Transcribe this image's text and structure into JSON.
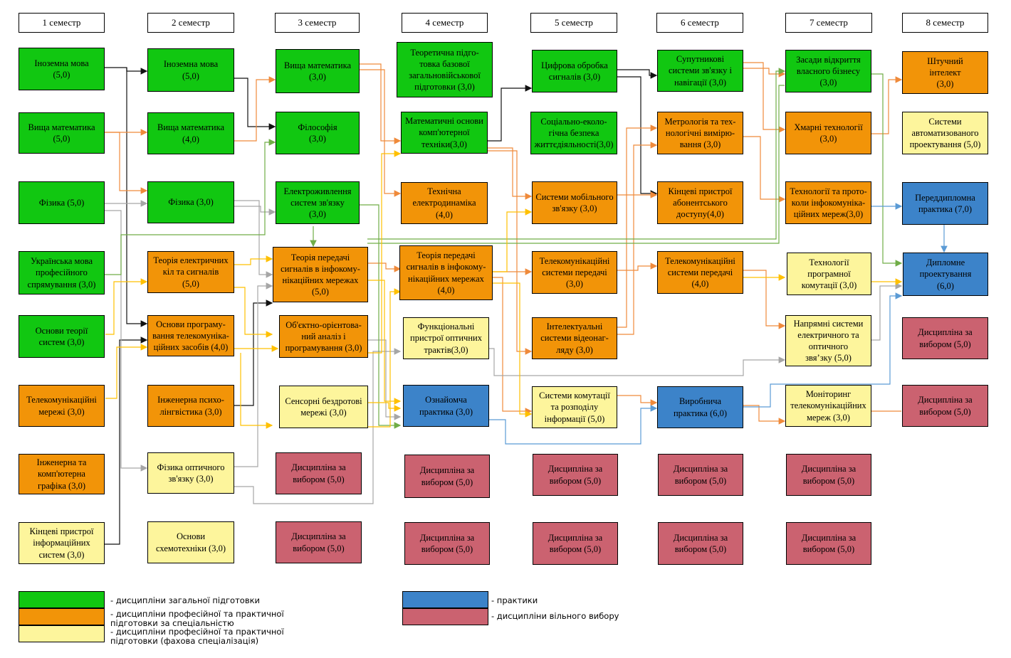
{
  "colors": {
    "general": "#11c711",
    "professional": "#f29408",
    "specialization": "#fdf59c",
    "practice": "#3c83c9",
    "elective": "#cb6270",
    "wire_black": "#111111",
    "wire_orange": "#ef8a3b",
    "wire_gray": "#a6a6a6",
    "wire_green": "#70ad47",
    "wire_yellow": "#ffc000",
    "wire_blue": "#5b9bd5"
  },
  "semesters": [
    "1 семестр",
    "2 семестр",
    "3 семестр",
    "4 семестр",
    "5 семестр",
    "6 семестр",
    "7 семестр",
    "8 семестр"
  ],
  "courses": [
    {
      "id": "s1_lang",
      "sem": 1,
      "cat": "general",
      "label": "Іноземна мова\n(5,0)"
    },
    {
      "id": "s1_math",
      "sem": 1,
      "cat": "general",
      "label": "Вища математика\n(5,0)"
    },
    {
      "id": "s1_phys",
      "sem": 1,
      "cat": "general",
      "label": "Фізика (5,0)"
    },
    {
      "id": "s1_ukr",
      "sem": 1,
      "cat": "general",
      "label": "Українська мова\nпрофесійного\nспрямування (3,0)"
    },
    {
      "id": "s1_sys",
      "sem": 1,
      "cat": "general",
      "label": "Основи теорії\nсистем (3,0)"
    },
    {
      "id": "s1_telnet",
      "sem": 1,
      "cat": "professional",
      "label": "Телекомунікаційні\nмережі (3,0)"
    },
    {
      "id": "s1_graph",
      "sem": 1,
      "cat": "professional",
      "label": "Інженерна та\nкомп'ютерна\nграфіка (3,0)"
    },
    {
      "id": "s1_term",
      "sem": 1,
      "cat": "specialization",
      "label": "Кінцеві пристрої\nінформаційних\nсистем (3,0)"
    },
    {
      "id": "s2_lang",
      "sem": 2,
      "cat": "general",
      "label": "Іноземна мова\n(5,0)"
    },
    {
      "id": "s2_math",
      "sem": 2,
      "cat": "general",
      "label": "Вища математика\n(4,0)"
    },
    {
      "id": "s2_phys",
      "sem": 2,
      "cat": "general",
      "label": "Фізика (3,0)"
    },
    {
      "id": "s2_circ",
      "sem": 2,
      "cat": "professional",
      "label": "Теорія електричних\nкіл та сигналів\n(5,0)"
    },
    {
      "id": "s2_prog",
      "sem": 2,
      "cat": "professional",
      "label": "Основи програму-\nвання телекомуніка-\nційних засобів (4,0)"
    },
    {
      "id": "s2_psych",
      "sem": 2,
      "cat": "professional",
      "label": "Інженерна психо-\nлінгвістика (3,0)"
    },
    {
      "id": "s2_optphys",
      "sem": 2,
      "cat": "specialization",
      "label": "Фізика оптичного\nзв'язку (3,0)"
    },
    {
      "id": "s2_circuits",
      "sem": 2,
      "cat": "specialization",
      "label": "Основи\nсхемотехніки (3,0)"
    },
    {
      "id": "s3_math",
      "sem": 3,
      "cat": "general",
      "label": "Вища математика\n(3,0)"
    },
    {
      "id": "s3_phil",
      "sem": 3,
      "cat": "general",
      "label": "Філософія\n(3,0)"
    },
    {
      "id": "s3_power",
      "sem": 3,
      "cat": "general",
      "label": "Електроживлення\nсистем зв'язку\n(3,0)"
    },
    {
      "id": "s3_sigth",
      "sem": 3,
      "cat": "professional",
      "label": "Теорія передачі\nсигналів в інфокому-\nнікаційних мережах\n(5,0)"
    },
    {
      "id": "s3_oop",
      "sem": 3,
      "cat": "professional",
      "label": "Об'єктно-орієнтова-\nний аналіз  і\nпрограмування (3,0)"
    },
    {
      "id": "s3_sensor",
      "sem": 3,
      "cat": "specialization",
      "label": "Сенсорні бездротові\nмережі (3,0)"
    },
    {
      "id": "s3_el1",
      "sem": 3,
      "cat": "elective",
      "label": "Дисципліна за\nвибором (5,0)"
    },
    {
      "id": "s3_el2",
      "sem": 3,
      "cat": "elective",
      "label": "Дисципліна за\nвибором (5,0)"
    },
    {
      "id": "s4_mil",
      "sem": 4,
      "cat": "general",
      "label": "Теоретична підго-\nтовка базової\nзагальновійськової\nпідготовки (3,0)"
    },
    {
      "id": "s4_compmath",
      "sem": 4,
      "cat": "general",
      "label": "Математичні основи\nкомп'ютерної\nтехніки(3,0)"
    },
    {
      "id": "s4_electro",
      "sem": 4,
      "cat": "professional",
      "label": "Технічна\nелектродинаміка\n(4,0)"
    },
    {
      "id": "s4_sigth",
      "sem": 4,
      "cat": "professional",
      "label": "Теорія передачі\nсигналів в інфокому-\nнікаційних мережах\n(4,0)"
    },
    {
      "id": "s4_optdev",
      "sem": 4,
      "cat": "specialization",
      "label": "Функціональні\nпристрої оптичних\nтрактів(3,0)"
    },
    {
      "id": "s4_intro",
      "sem": 4,
      "cat": "practice",
      "label": "Ознайомча\nпрактика (3,0)"
    },
    {
      "id": "s4_el1",
      "sem": 4,
      "cat": "elective",
      "label": "Дисципліна за\nвибором (5,0)"
    },
    {
      "id": "s4_el2",
      "sem": 4,
      "cat": "elective",
      "label": "Дисципліна за\nвибором (5,0)"
    },
    {
      "id": "s5_dsp",
      "sem": 5,
      "cat": "general",
      "label": "Цифрова обробка\nсигналів (3,0)"
    },
    {
      "id": "s5_eco",
      "sem": 5,
      "cat": "general",
      "label": "Соціально-еколо-\nгічна безпека\nжиттєдіяльності(3,0)"
    },
    {
      "id": "s5_mobile",
      "sem": 5,
      "cat": "professional",
      "label": "Системи мобільного\nзв'язку (3,0)"
    },
    {
      "id": "s5_trans",
      "sem": 5,
      "cat": "professional",
      "label": "Телекомунікаційні\nсистеми передачі\n(3,0)"
    },
    {
      "id": "s5_video",
      "sem": 5,
      "cat": "professional",
      "label": "Інтелектуальні\nсистеми відеонаг-\nляду (3,0)"
    },
    {
      "id": "s5_switch",
      "sem": 5,
      "cat": "specialization",
      "label": "Системи комутації\nта розподілу\nінформації (5,0)"
    },
    {
      "id": "s5_el1",
      "sem": 5,
      "cat": "elective",
      "label": "Дисципліна за\nвибором (5,0)"
    },
    {
      "id": "s5_el2",
      "sem": 5,
      "cat": "elective",
      "label": "Дисципліна за\nвибором (5,0)"
    },
    {
      "id": "s6_sat",
      "sem": 6,
      "cat": "general",
      "label": "Супутникові\nсистеми зв'язку і\nнавігації (3,0)"
    },
    {
      "id": "s6_metr",
      "sem": 6,
      "cat": "professional",
      "label": "Метрологія та тех-\nнологічні вимірю-\nвання (3,0)"
    },
    {
      "id": "s6_subs",
      "sem": 6,
      "cat": "professional",
      "label": "Кінцеві пристрої\nабонентського\nдоступу(4,0)"
    },
    {
      "id": "s6_trans",
      "sem": 6,
      "cat": "professional",
      "label": "Телекомунікаційні\nсистеми передачі\n(4,0)"
    },
    {
      "id": "s6_prod",
      "sem": 6,
      "cat": "practice",
      "label": "Виробнича\nпрактика (6,0)"
    },
    {
      "id": "s6_el1",
      "sem": 6,
      "cat": "elective",
      "label": "Дисципліна за\nвибором (5,0)"
    },
    {
      "id": "s6_el2",
      "sem": 6,
      "cat": "elective",
      "label": "Дисципліна за\nвибором (5,0)"
    },
    {
      "id": "s7_biz",
      "sem": 7,
      "cat": "general",
      "label": "Засади відкриття\nвласного бізнесу\n(3,0)"
    },
    {
      "id": "s7_cloud",
      "sem": 7,
      "cat": "professional",
      "label": "Хмарні технології\n(3,0)"
    },
    {
      "id": "s7_proto",
      "sem": 7,
      "cat": "professional",
      "label": "Технології та прото-\nколи інфокомуніка-\nційних мереж(3,0)"
    },
    {
      "id": "s7_softsw",
      "sem": 7,
      "cat": "specialization",
      "label": "Технології\nпрограмної\nкомутації (3,0)"
    },
    {
      "id": "s7_guided",
      "sem": 7,
      "cat": "specialization",
      "label": "Напрямні системи\nелектричного та\nоптичного\nзвя’зку (5,0)"
    },
    {
      "id": "s7_monit",
      "sem": 7,
      "cat": "specialization",
      "label": "Моніторинг\nтелекомунікаційних\nмереж (3,0)"
    },
    {
      "id": "s7_el1",
      "sem": 7,
      "cat": "elective",
      "label": "Дисципліна за\nвибором (5,0)"
    },
    {
      "id": "s7_el2",
      "sem": 7,
      "cat": "elective",
      "label": "Дисципліна за\nвибором (5,0)"
    },
    {
      "id": "s8_ai",
      "sem": 8,
      "cat": "professional",
      "label": "Штучний\nінтелект\n(3,0)"
    },
    {
      "id": "s8_cad",
      "sem": 8,
      "cat": "specialization",
      "label": "Системи\nавтоматизованого\nпроектування (5,0)"
    },
    {
      "id": "s8_pregrad",
      "sem": 8,
      "cat": "practice",
      "label": "Переддипломна\nпрактика (7,0)"
    },
    {
      "id": "s8_thesis",
      "sem": 8,
      "cat": "practice",
      "label": "Дипломне\nпроектування\n(6,0)"
    },
    {
      "id": "s8_el1",
      "sem": 8,
      "cat": "elective",
      "label": "Дисципліна за\nвибором (5,0)"
    },
    {
      "id": "s8_el2",
      "sem": 8,
      "cat": "elective",
      "label": "Дисципліна за\nвибором (5,0)"
    }
  ],
  "legend": {
    "general": "- дисципліни загальної підготовки",
    "professional": "- дисципліни професійної та практичної\nпідготовки за спеціальністю",
    "specialization": "- дисципліни професійної та практичної\nпідготовки (фахова спеціалізація)",
    "practice": "- практики",
    "elective": "- дисципліни вільного вибору"
  }
}
